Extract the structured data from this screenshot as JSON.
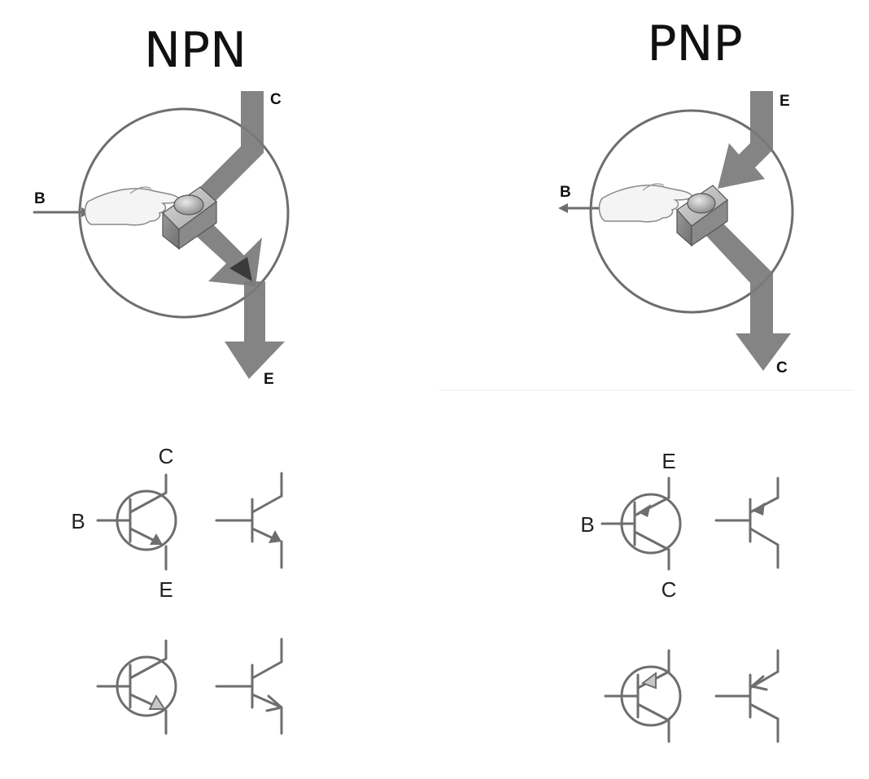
{
  "npn": {
    "title": "NPN",
    "analogy": {
      "collector_label": "C",
      "base_label": "B",
      "emitter_label": "E"
    },
    "symbol": {
      "collector_label": "C",
      "base_label": "B",
      "emitter_label": "E"
    }
  },
  "pnp": {
    "title": "PNP",
    "analogy": {
      "emitter_label": "E",
      "base_label": "B",
      "collector_label": "C"
    },
    "symbol": {
      "emitter_label": "E",
      "base_label": "B",
      "collector_label": "C"
    }
  },
  "colors": {
    "line": "#6e6e6e",
    "flow_arrow": "#7a7a7a",
    "button_box": "#a9a9a9",
    "text": "#111111"
  },
  "icons": [
    "hand-icon",
    "push-button-icon"
  ]
}
